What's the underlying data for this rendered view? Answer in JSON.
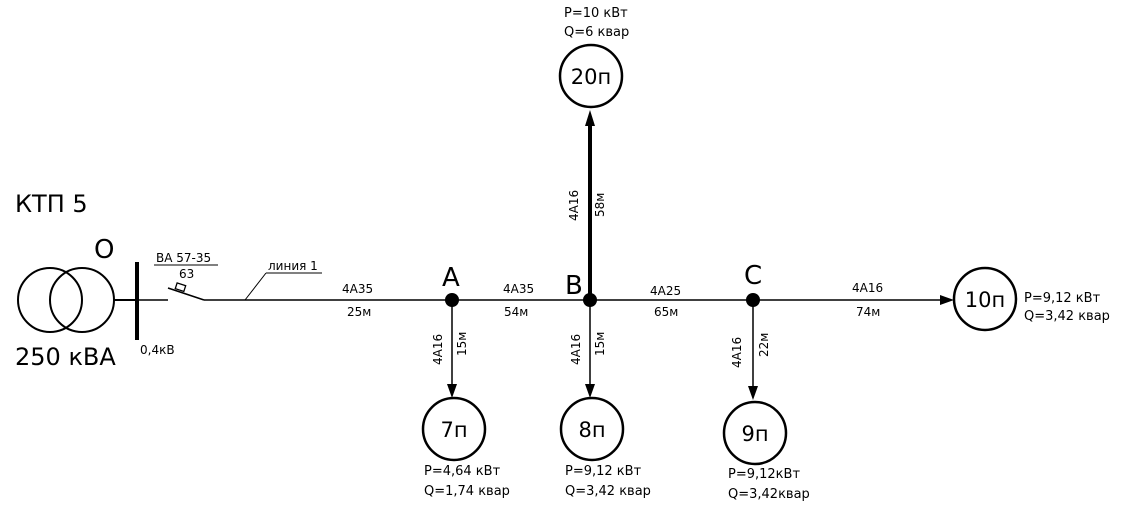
{
  "substation": {
    "title": "КТП 5",
    "power": "250 кВА",
    "node": "O",
    "voltage": "0,4кВ"
  },
  "breaker": {
    "type": "ВА 57-35",
    "rating": "63"
  },
  "line_name": "линия 1",
  "nodes": {
    "a": "A",
    "b": "B",
    "c": "C"
  },
  "segments": {
    "o_a": {
      "cable": "4А35",
      "length": "25м"
    },
    "a_b": {
      "cable": "4А35",
      "length": "54м"
    },
    "b_c": {
      "cable": "4А25",
      "length": "65м"
    },
    "c_10": {
      "cable": "4А16",
      "length": "74м"
    },
    "b_20": {
      "cable": "4А16",
      "length": "58м"
    },
    "a_7": {
      "cable": "4А16",
      "length": "15м"
    },
    "b_8": {
      "cable": "4А16",
      "length": "15м"
    },
    "c_9": {
      "cable": "4А16",
      "length": "22м"
    }
  },
  "loads": {
    "l20": {
      "name": "20п",
      "p": "P=10 кВт",
      "q": "Q=6 квар"
    },
    "l7": {
      "name": "7п",
      "p": "P=4,64 кВт",
      "q": "Q=1,74 квар"
    },
    "l8": {
      "name": "8п",
      "p": "P=9,12 кВт",
      "q": "Q=3,42 квар"
    },
    "l9": {
      "name": "9п",
      "p": "P=9,12кВт",
      "q": "Q=3,42квар"
    },
    "l10": {
      "name": "10п",
      "p": "P=9,12 кВт",
      "q": "Q=3,42 квар"
    }
  }
}
